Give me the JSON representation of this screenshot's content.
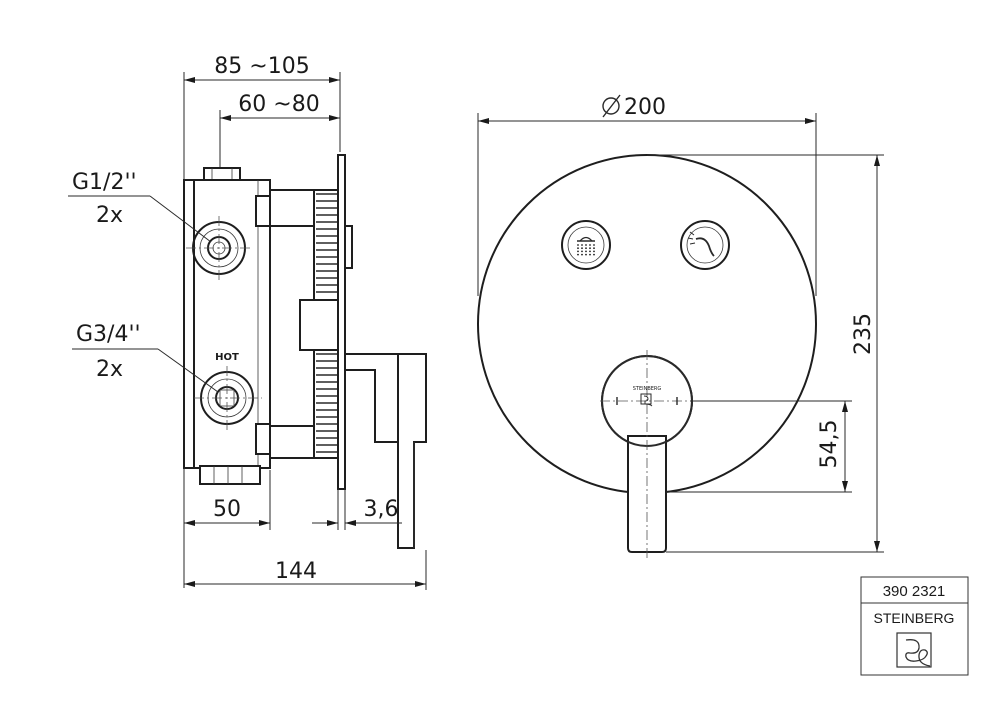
{
  "side_view": {
    "dim_depth_total": "85 ~105",
    "dim_depth_inner": "60 ~80",
    "dim_body": "50",
    "dim_plate": "3,6",
    "dim_overall": "144",
    "inlet_upper_thread": "G1/2''",
    "inlet_upper_qty": "2x",
    "inlet_lower_thread": "G3/4''",
    "inlet_lower_qty": "2x",
    "hot_label": "HOT"
  },
  "front_view": {
    "dim_diameter": "200",
    "dim_height": "235",
    "dim_lever_offset": "54,5",
    "brand_on_handle": "STEINBERG"
  },
  "title_block": {
    "article_number": "390 2321",
    "brand": "STEINBERG"
  },
  "icons": [
    "shower-head-icon",
    "hand-shower-icon",
    "steinberg-logo-icon",
    "diameter-symbol-icon"
  ]
}
